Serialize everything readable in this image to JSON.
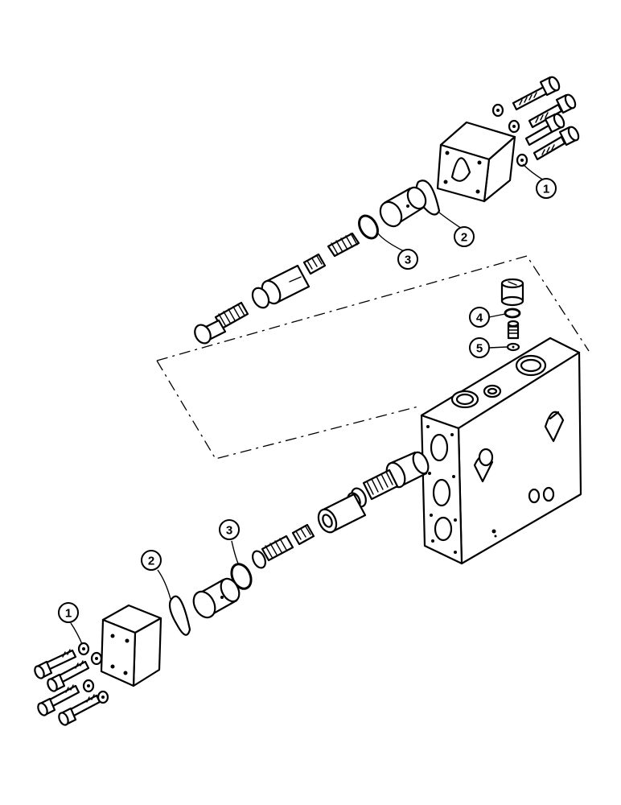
{
  "callouts": {
    "top_1": "1",
    "top_2": "2",
    "top_3": "3",
    "mid_4": "4",
    "mid_5": "5",
    "bottom_1": "1",
    "bottom_2": "2",
    "bottom_3": "3"
  }
}
